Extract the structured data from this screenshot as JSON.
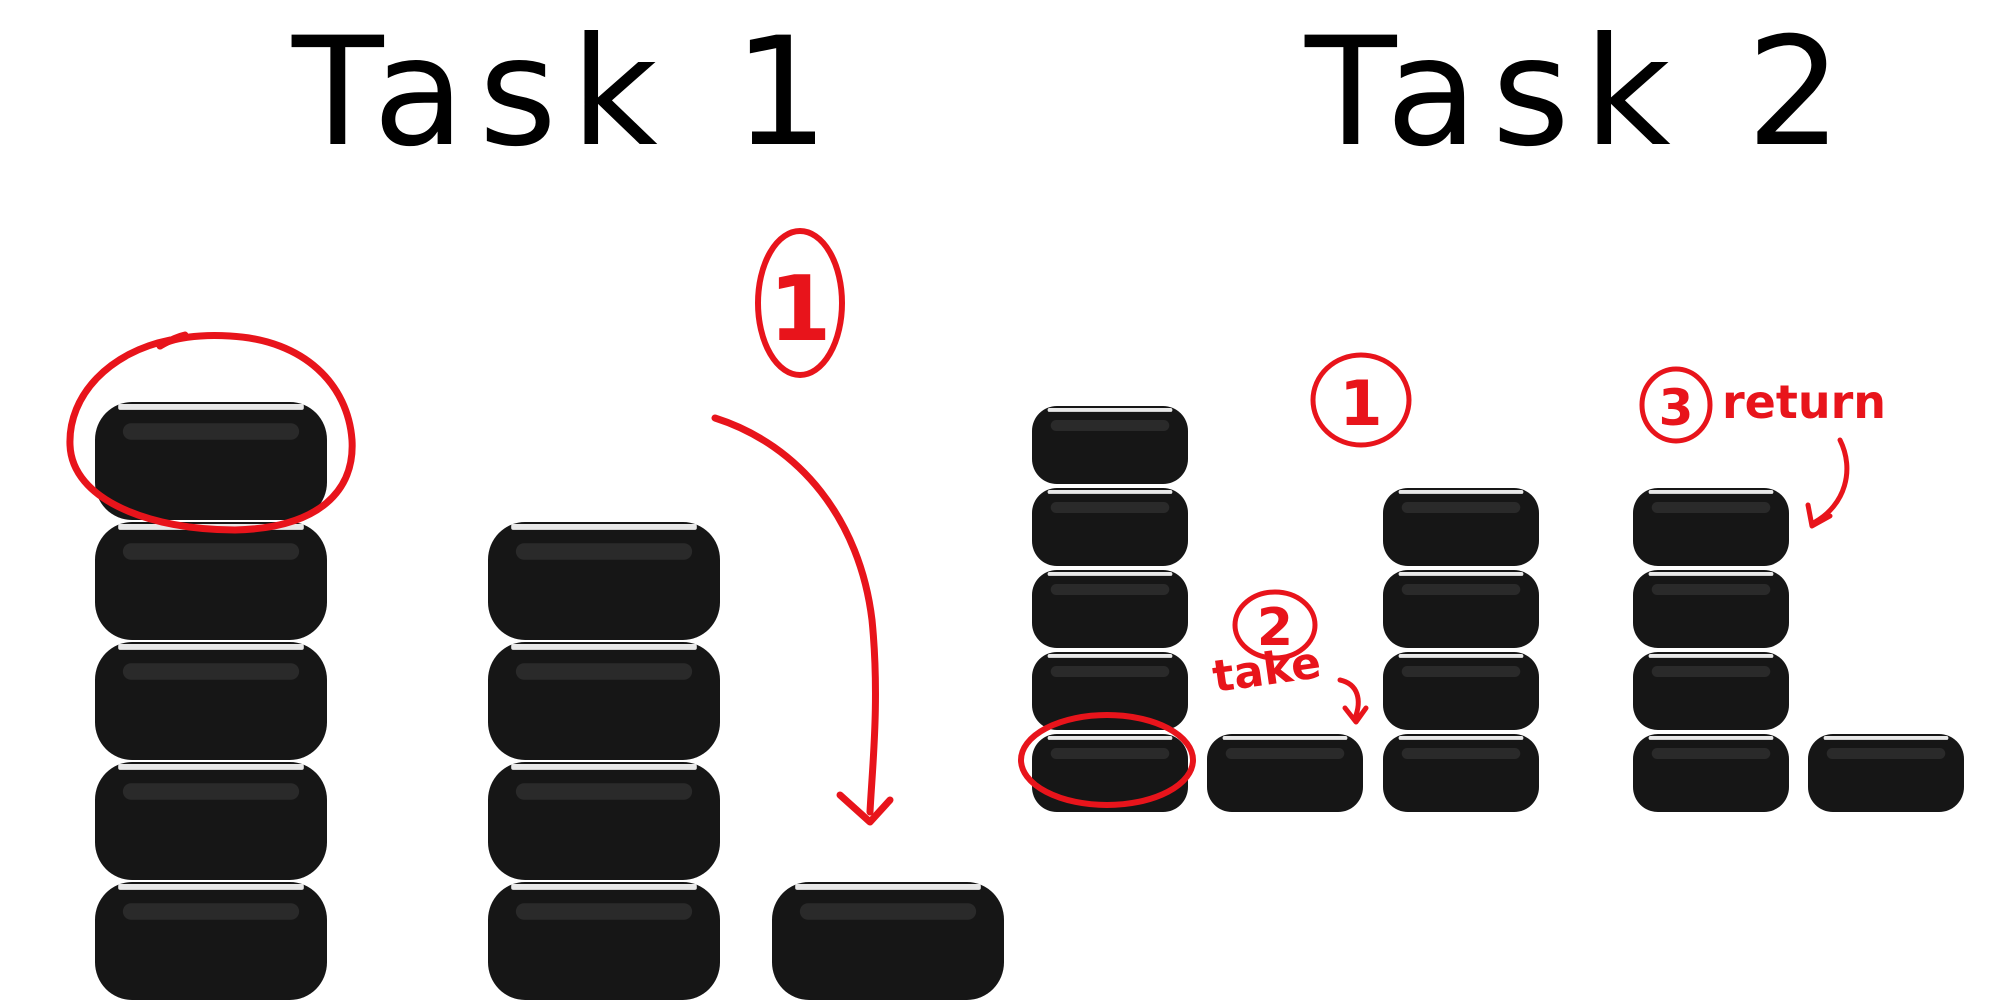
{
  "titles": {
    "task1": "Task 1",
    "task2": "Task 2"
  },
  "annotations": {
    "task1_step": "1",
    "task2_step1": "1",
    "task2_step2": "2",
    "task2_step3": "3",
    "take_label": "take",
    "return_label": "return"
  },
  "colors": {
    "annotation": "#e8141b",
    "tire": "#161616",
    "background": "#ffffff"
  },
  "stacks": {
    "task1": [
      5,
      4,
      1
    ],
    "task2": [
      5,
      1,
      4,
      4,
      1
    ]
  }
}
